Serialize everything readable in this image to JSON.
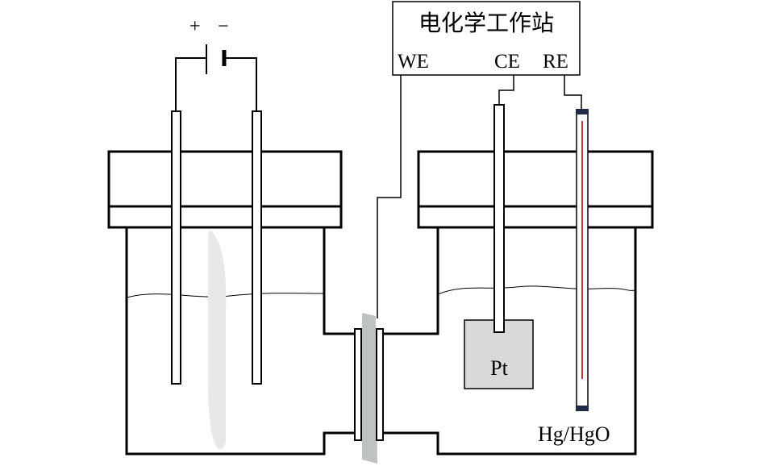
{
  "workstation": {
    "title": "电化学工作站",
    "we": "WE",
    "ce": "CE",
    "re": "RE"
  },
  "battery": {
    "plus": "+",
    "minus": "−"
  },
  "counter_electrode": {
    "label": "Pt"
  },
  "reference_electrode": {
    "label": "Hg/HgO"
  },
  "colors": {
    "line": "#000000",
    "counter_block": "#d9d9d9",
    "membrane": "#bfc2c2",
    "left_sheet": "#e8e8e8",
    "ref_wire": "#c0392b",
    "ref_cap": "#1f2a44"
  }
}
